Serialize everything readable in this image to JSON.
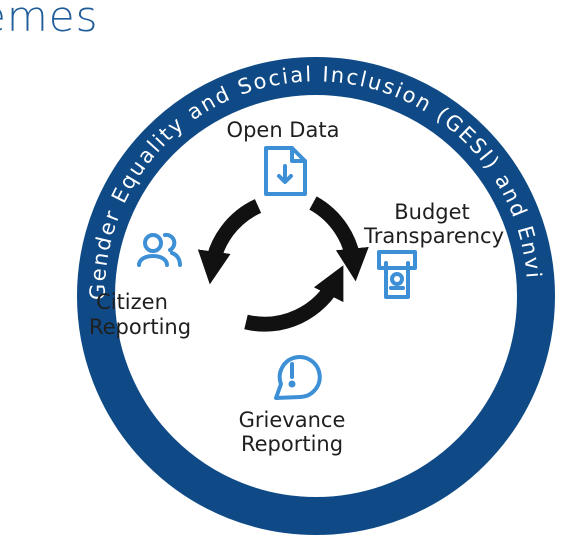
{
  "page": {
    "heading": "emes"
  },
  "ring": {
    "text": "Gender Equality and Social Inclusion (GESI) and Environment",
    "color": "#0f4a86"
  },
  "nodes": {
    "open_data": {
      "label": "Open Data",
      "icon": "document-download-icon"
    },
    "budget": {
      "label_1": "Budget",
      "label_2": "Transparency",
      "icon": "atm-cash-icon"
    },
    "grievance": {
      "label_1": "Grievance",
      "label_2": "Reporting",
      "icon": "chat-alert-icon"
    },
    "citizen": {
      "label_1": "Citizen",
      "label_2": "Reporting",
      "icon": "users-icon"
    }
  },
  "colors": {
    "icon_blue": "#3d8fd6",
    "arrow": "#111111"
  }
}
